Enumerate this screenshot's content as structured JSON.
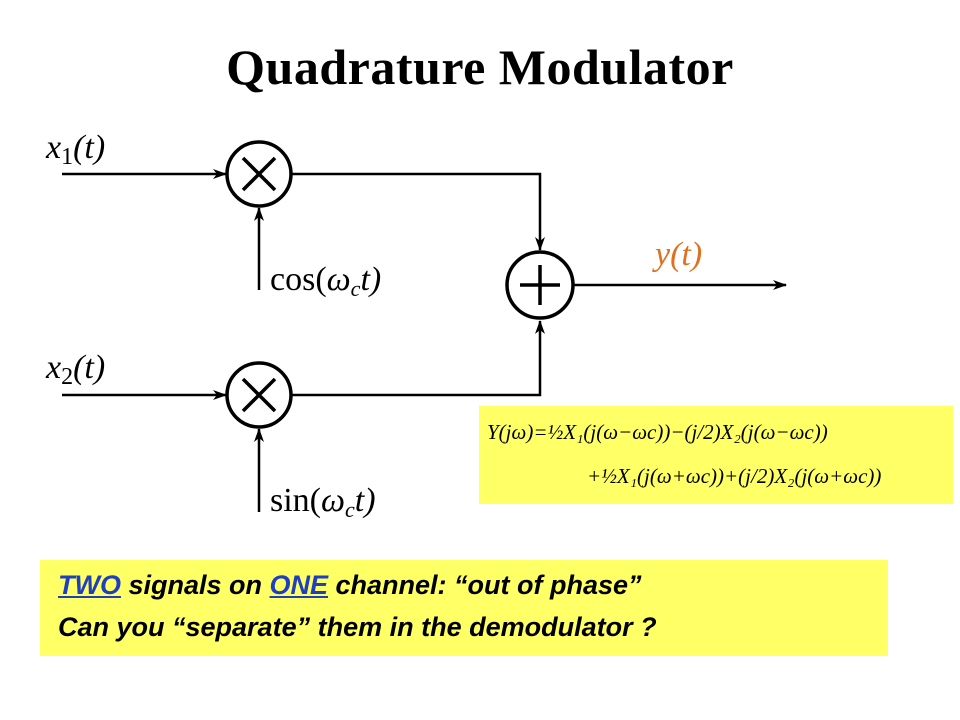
{
  "title": "Quadrature Modulator",
  "diagram": {
    "input_top_var": "x",
    "input_top_sub": "1",
    "input_bottom_var": "x",
    "input_bottom_sub": "2",
    "arg_t": "(t)",
    "carrier_top_fn": "cos(",
    "carrier_bottom_fn": "sin(",
    "omega": "ω",
    "omega_sub": "c",
    "carrier_tail": "t)",
    "output_label": "y(t)",
    "output_color": "#e0701e",
    "line_color": "#000000"
  },
  "equation": {
    "line1": "Y(jω)=½X₁(j(ω−ωc))−(j/2)X₂(j(ω−ωc))",
    "line2": "+½X₁(j(ω+ωc))+(j/2)X₂(j(ω+ωc))",
    "background": "#ffff66"
  },
  "note": {
    "line1_kw1": "TWO",
    "line1_mid": " signals on ",
    "line1_kw2": "ONE",
    "line1_tail": " channel:  “out of phase”",
    "line2": "Can you “separate” them in the demodulator ?",
    "background": "#ffff66",
    "keyword_color": "#1f3fbf"
  }
}
